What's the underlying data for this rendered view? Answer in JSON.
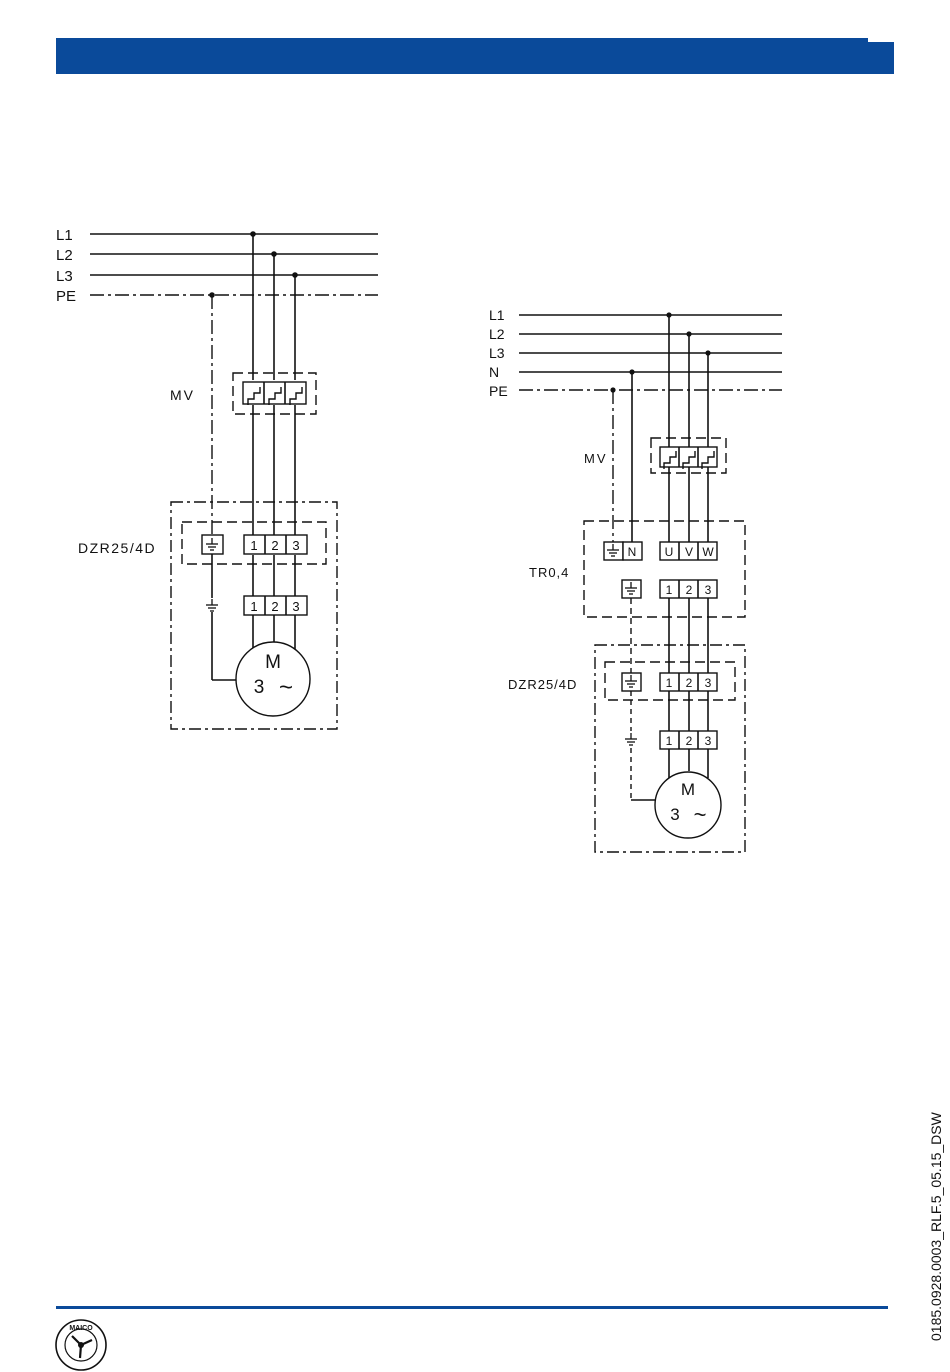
{
  "header": {
    "color": "#0a4a9a"
  },
  "footer": {
    "doc_code": "0185.0928.0003_RLF.5_05.15_DSW",
    "logo_text": "MAICO"
  },
  "diagram_left": {
    "lines": [
      "L1",
      "L2",
      "L3",
      "PE"
    ],
    "mv_label": "MV",
    "device_label": "DZR25/4D",
    "terminals_top": [
      "1",
      "2",
      "3"
    ],
    "terminals_bottom": [
      "1",
      "2",
      "3"
    ],
    "motor": {
      "letter": "M",
      "phase": "3",
      "symbol": "~"
    }
  },
  "diagram_right": {
    "lines": [
      "L1",
      "L2",
      "L3",
      "N",
      "PE"
    ],
    "mv_label": "MV",
    "tr_label": "TR0,4",
    "tr_terminals_top": [
      "N",
      "U",
      "V",
      "W"
    ],
    "tr_terminals_bottom": [
      "1",
      "2",
      "3"
    ],
    "device_label": "DZR25/4D",
    "terminals_top": [
      "1",
      "2",
      "3"
    ],
    "terminals_bottom": [
      "1",
      "2",
      "3"
    ],
    "motor": {
      "letter": "M",
      "phase": "3",
      "symbol": "~"
    }
  }
}
